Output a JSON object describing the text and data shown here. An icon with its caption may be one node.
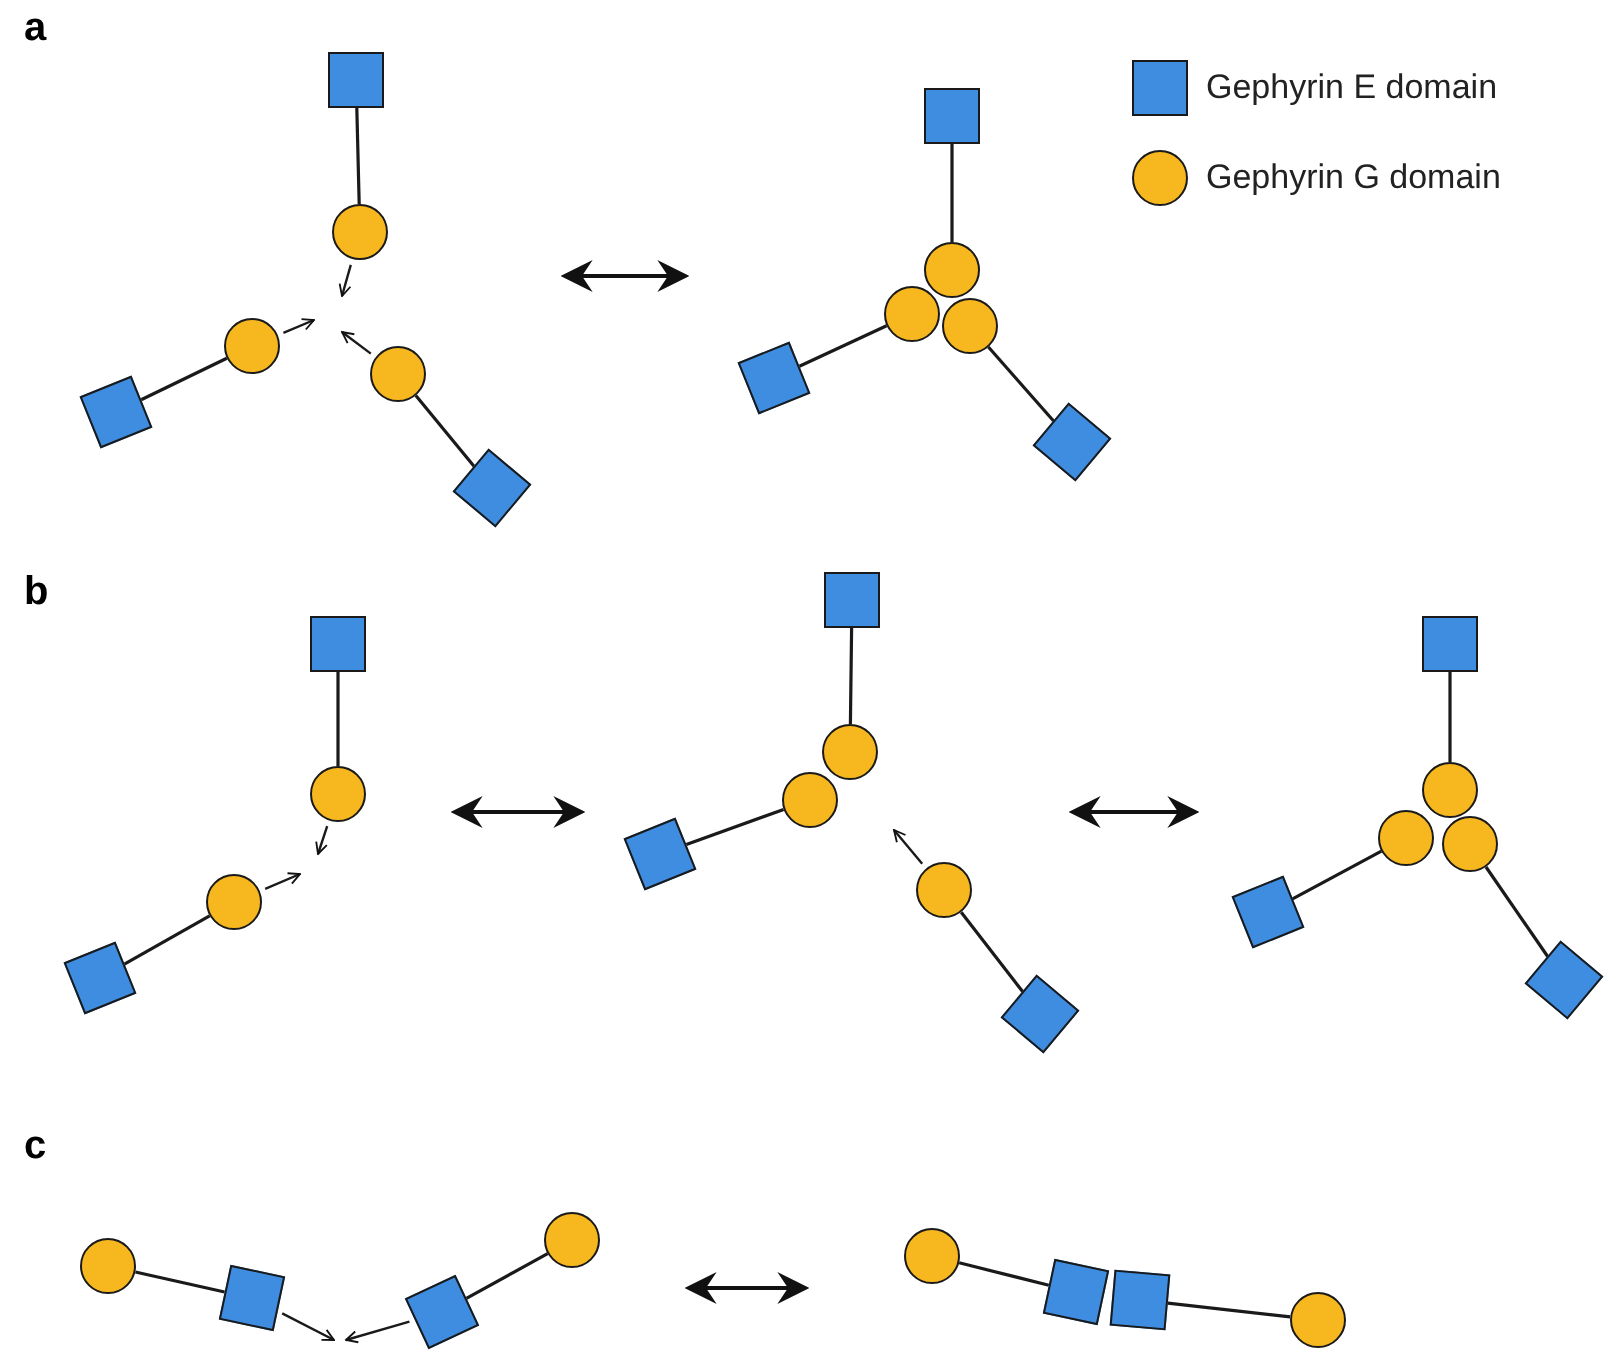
{
  "diagram": {
    "nodes": [
      {
        "text": [],
        "shape": "box"
      },
      {
        "text": [],
        "shape": "circle"
      },
      {
        "text": [],
        "shape": "circle"
      },
      {
        "text": [],
        "shape": "circle"
      },
      {
        "text": [],
        "shape": "box"
      },
      {
        "text": [],
        "shape": "box"
      },
      {
        "text": [],
        "shape": "box"
      },
      {
        "text": [],
        "shape": "circle"
      },
      {
        "text": [],
        "shape": "circle"
      },
      {
        "text": [],
        "shape": "circle"
      },
      {
        "text": [],
        "shape": "box"
      },
      {
        "text": [],
        "shape": "box"
      },
      {
        "text": [],
        "shape": "box"
      },
      {
        "text": [],
        "shape": "circle"
      },
      {
        "text": [],
        "shape": "circle"
      },
      {
        "text": [],
        "shape": "box"
      },
      {
        "text": [],
        "shape": "box"
      },
      {
        "text": [],
        "shape": "circle"
      },
      {
        "text": [],
        "shape": "circle"
      },
      {
        "text": [],
        "shape": "box"
      },
      {
        "text": [],
        "shape": "circle"
      },
      {
        "text": [],
        "shape": "box"
      },
      {
        "text": [],
        "shape": "box"
      },
      {
        "text": [],
        "shape": "circle"
      },
      {
        "text": [],
        "shape": "circle"
      },
      {
        "text": [],
        "shape": "circle"
      },
      {
        "text": [],
        "shape": "box"
      },
      {
        "text": [],
        "shape": "box"
      },
      {
        "text": [],
        "shape": "circle"
      },
      {
        "text": [],
        "shape": "box"
      },
      {
        "text": [],
        "shape": "box"
      },
      {
        "text": [],
        "shape": "circle"
      },
      {
        "text": [],
        "shape": "circle"
      },
      {
        "text": [],
        "shape": "box"
      },
      {
        "text": [],
        "shape": "box"
      },
      {
        "text": [],
        "shape": "circle"
      }
    ],
    "edges": [
      {
        "from": 0,
        "to": 1,
        "arrow": "none"
      },
      {
        "from": 2,
        "to": 4,
        "arrow": "none"
      },
      {
        "from": 3,
        "to": 5,
        "arrow": "none"
      },
      {
        "from": 1,
        "to": null,
        "arrow": "to"
      },
      {
        "from": 2,
        "to": null,
        "arrow": "to"
      },
      {
        "from": 3,
        "to": null,
        "arrow": "to"
      },
      {
        "from": 6,
        "to": 7,
        "arrow": "none"
      },
      {
        "from": 8,
        "to": 10,
        "arrow": "none"
      },
      {
        "from": 9,
        "to": 11,
        "arrow": "none"
      },
      {
        "from": 12,
        "to": 13,
        "arrow": "none"
      },
      {
        "from": 14,
        "to": 15,
        "arrow": "none"
      },
      {
        "from": 13,
        "to": null,
        "arrow": "to"
      },
      {
        "from": 14,
        "to": null,
        "arrow": "to"
      },
      {
        "from": 16,
        "to": 17,
        "arrow": "none"
      },
      {
        "from": 18,
        "to": 19,
        "arrow": "none"
      },
      {
        "from": 20,
        "to": 21,
        "arrow": "none"
      },
      {
        "from": 20,
        "to": null,
        "arrow": "to"
      },
      {
        "from": 22,
        "to": 23,
        "arrow": "none"
      },
      {
        "from": 24,
        "to": 26,
        "arrow": "none"
      },
      {
        "from": 25,
        "to": 27,
        "arrow": "none"
      },
      {
        "from": 28,
        "to": 29,
        "arrow": "none"
      },
      {
        "from": 30,
        "to": 31,
        "arrow": "none"
      },
      {
        "from": 29,
        "to": null,
        "arrow": "to"
      },
      {
        "from": 30,
        "to": null,
        "arrow": "to"
      },
      {
        "from": 32,
        "to": 33,
        "arrow": "none"
      },
      {
        "from": 34,
        "to": 35,
        "arrow": "none"
      }
    ],
    "labels": [
      "a",
      "b",
      "c"
    ],
    "legend": [
      {
        "text": "Gephyrin E domain",
        "color": "#3f8de0"
      },
      {
        "text": "Gephyrin G domain",
        "color": "#f7b71e"
      }
    ]
  }
}
